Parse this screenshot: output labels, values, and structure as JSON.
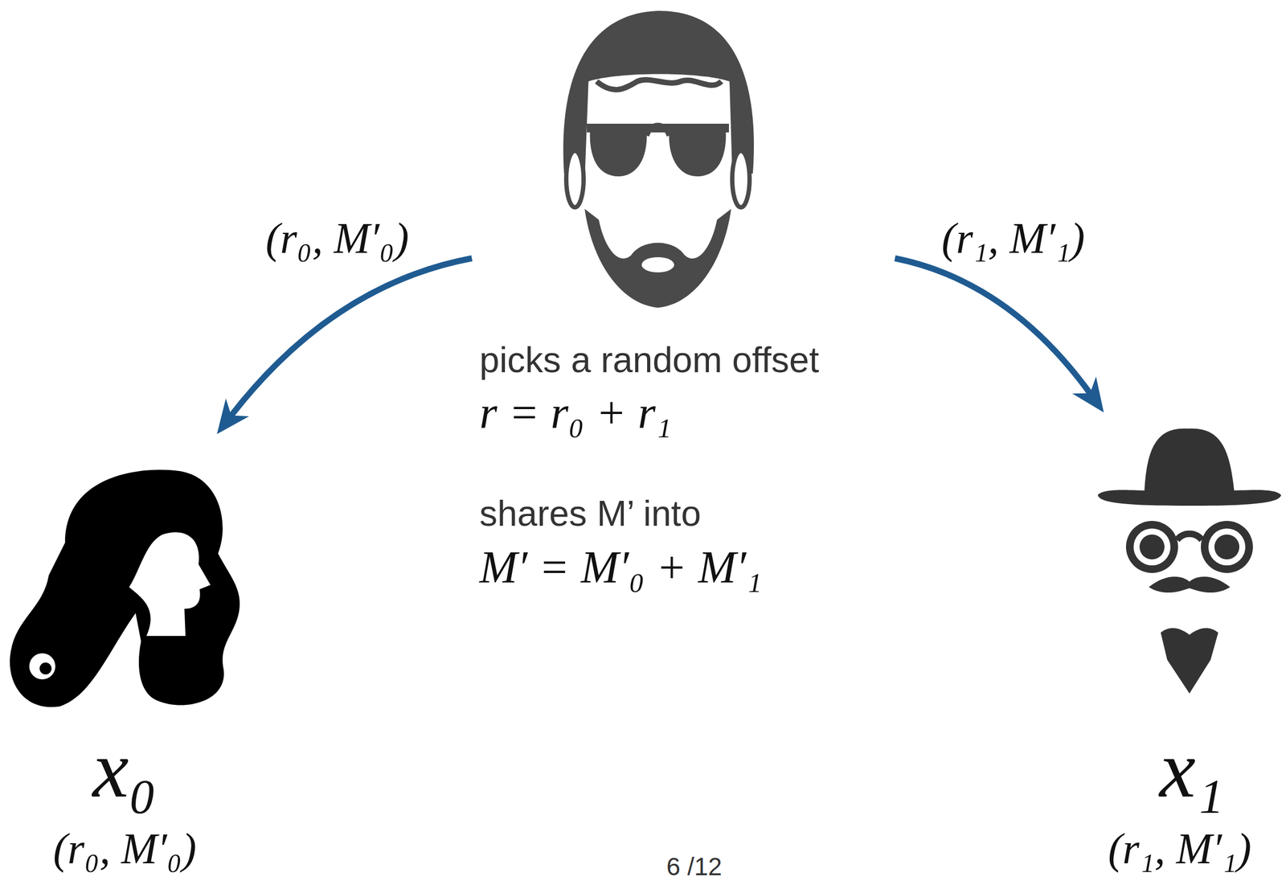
{
  "diagram": {
    "nodes": [
      {
        "text": [
          "picks a random offset",
          "r = r₀ + r₁",
          "shares M’ into",
          "M′ = M′₀ + M′₁"
        ]
      },
      {
        "text": [
          "x₀",
          "(r₀, M′₀)"
        ]
      },
      {
        "text": [
          "x₁",
          "(r₁, M′₁)"
        ]
      }
    ],
    "edges": [
      {
        "from": 0,
        "to": 1,
        "arrow": "to",
        "label": "(r₀, M′₀)"
      },
      {
        "from": 0,
        "to": 2,
        "arrow": "to",
        "label": "(r₁, M′₁)"
      }
    ],
    "labels": [
      "6 /12"
    ]
  }
}
